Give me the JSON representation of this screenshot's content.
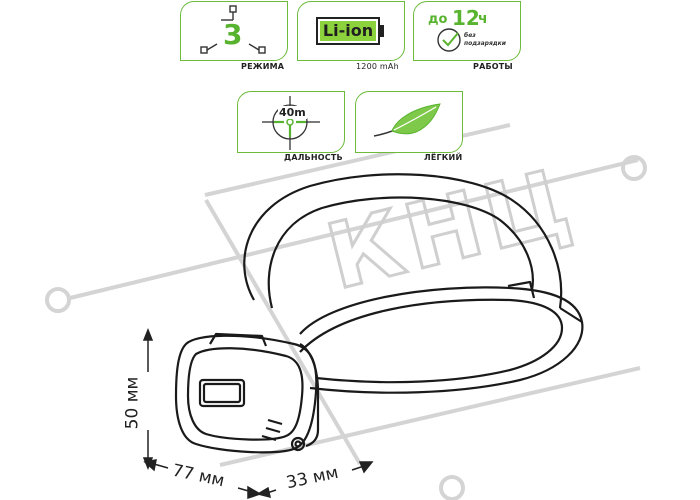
{
  "badges": {
    "modes": {
      "value": "3",
      "label": "РЕЖИМА",
      "icon": "mode-switch-icon"
    },
    "battery": {
      "text": "Li-ion",
      "label": "1200 mAh",
      "icon": "battery-icon"
    },
    "runtime": {
      "prefix": "до",
      "value": "12",
      "unit": "ч",
      "note_line1": "без",
      "note_line2": "подзарядки",
      "label": "РАБОТЫ",
      "icon": "clock-check-icon"
    },
    "range": {
      "value": "40m",
      "label": "ДАЛЬНОСТЬ",
      "icon": "crosshair-icon"
    },
    "weight": {
      "label": "ЛЁГКИЙ",
      "icon": "feather-icon"
    }
  },
  "dimensions": {
    "height": "50 мм",
    "width": "77 мм",
    "depth": "33 мм"
  },
  "watermark": {
    "text": "КНЦ",
    "icon": "watermark-logo"
  },
  "colors": {
    "accent": "#58b32e",
    "border": "#6dbb3a",
    "battery_fill": "#8cd23c",
    "watermark": "#cfcfcf"
  }
}
